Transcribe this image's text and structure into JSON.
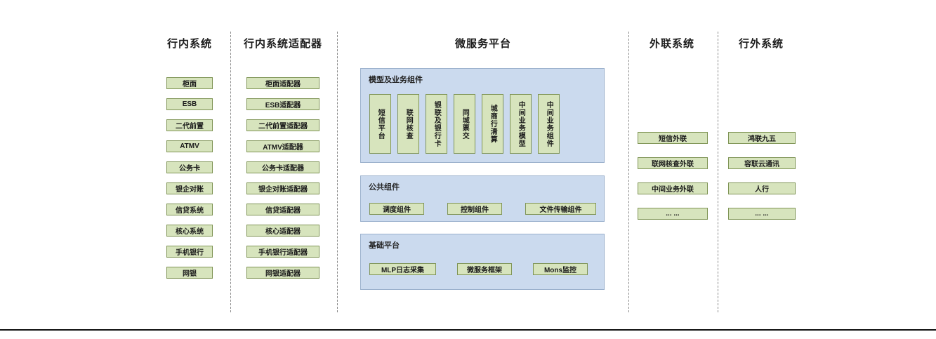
{
  "headers": {
    "col1": "行内系统",
    "col2": "行内系统适配器",
    "col3": "微服务平台",
    "col4": "外联系统",
    "col5": "行外系统"
  },
  "col1": {
    "items": [
      "柜面",
      "ESB",
      "二代前置",
      "ATMV",
      "公务卡",
      "银企对账",
      "信贷系统",
      "核心系统",
      "手机银行",
      "网银"
    ]
  },
  "col2": {
    "items": [
      "柜面适配器",
      "ESB适配器",
      "二代前置适配器",
      "ATMV适配器",
      "公务卡适配器",
      "银企对账适配器",
      "信贷适配器",
      "核心适配器",
      "手机银行适配器",
      "网银适配器"
    ]
  },
  "platform": {
    "model_group": {
      "title": "模型及业务组件",
      "items": [
        "短信平台",
        "联网核查",
        "银联及银行卡",
        "同城票交",
        "城商行清算",
        "中间业务模型",
        "中间业务组件"
      ]
    },
    "common_group": {
      "title": "公共组件",
      "items": [
        "调度组件",
        "控制组件",
        "文件传输组件"
      ]
    },
    "base_group": {
      "title": "基础平台",
      "items": [
        "MLP日志采集",
        "微服务框架",
        "Mons监控"
      ]
    }
  },
  "col4": {
    "items": [
      "短信外联",
      "联网核查外联",
      "中间业务外联",
      "... ..."
    ]
  },
  "col5": {
    "items": [
      "鸿联九五",
      "容联云通讯",
      "人行",
      "... ..."
    ]
  }
}
